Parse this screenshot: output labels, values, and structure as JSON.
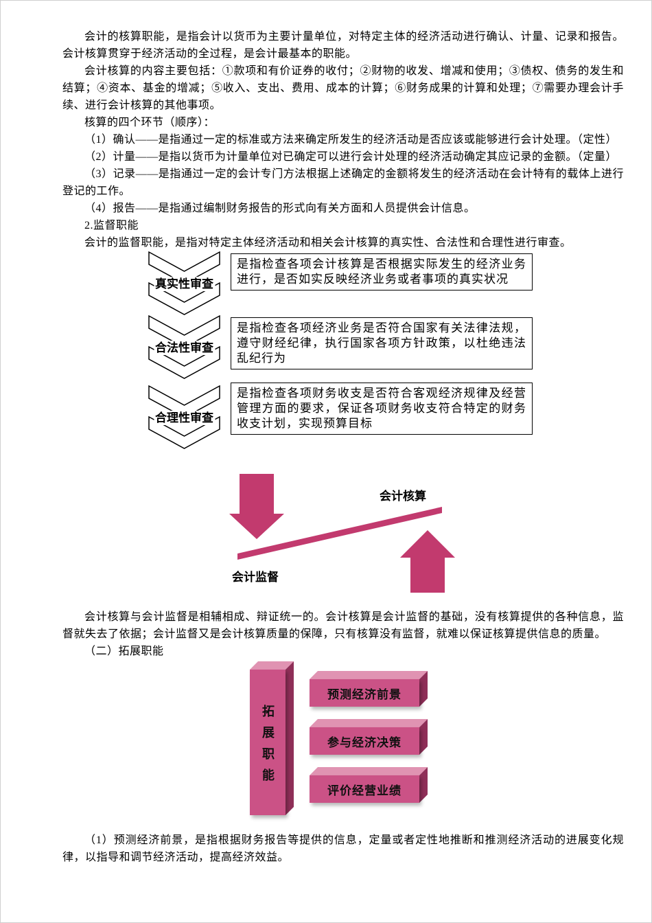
{
  "doc": {
    "p1": "会计的核算职能，是指会计以货币为主要计量单位，对特定主体的经济活动进行确认、计量、记录和报告。会计核算贯穿于经济活动的全过程，是会计最基本的职能。",
    "p2": "会计核算的内容主要包括：①款项和有价证券的收付；②财物的收发、增减和使用；③债权、债务的发生和结算；④资本、基金的增减；⑤收入、支出、费用、成本的计算；⑥财务成果的计算和处理；⑦需要办理会计手续、进行会计核算的其他事项。",
    "p3": "核算的四个环节（顺序）：",
    "p4": "（1）确认——是指通过一定的标准或方法来确定所发生的经济活动是否应该或能够进行会计处理。（定性）",
    "p5": "（2）计量——是指以货币为计量单位对已确定可以进行会计处理的经济活动确定其应记录的金额。（定量）",
    "p6": "（3）记录——是指通过一定的会计专门方法根据上述确定的金额将发生的经济活动在会计特有的载体上进行登记的工作。",
    "p7": "（4）报告——是指通过编制财务报告的形式向有关方面和人员提供会计信息。",
    "p8": "2.监督职能",
    "p9": "会计的监督职能，是指对特定主体经济活动和相关会计核算的真实性、合法性和合理性进行审查。",
    "p10": "会计核算与会计监督是相辅相成、辩证统一的。会计核算是会计监督的基础，没有核算提供的各种信息，监督就失去了依据；会计监督又是会计核算质量的保障，只有核算没有监督，就难以保证核算提供信息的质量。",
    "p11": "（二）拓展职能",
    "p12": "（1）预测经济前景，是指根据财务报告等提供的信息，定量或者定性地推断和推测经济活动的进展变化规律，以指导和调节经济活动，提高经济效益。"
  },
  "review": {
    "items": [
      {
        "label": "真实性审查",
        "desc": "是指检查各项会计核算是否根据实际发生的经济业务进行，是否如实反映经济业务或者事项的真实状况"
      },
      {
        "label": "合法性审查",
        "desc": "是指检查各项经济业务是否符合国家有关法律法规，遵守财经纪律，执行国家各项方针政策，以杜绝违法乱纪行为"
      },
      {
        "label": "合理性审查",
        "desc": "是指检查各项财务收支是否符合客观经济规律及经营管理方面的要求，保证各项财务收支符合特定的财务收支计划，实现预算目标"
      }
    ]
  },
  "relation": {
    "top_label": "会计核算",
    "bottom_label": "会计监督",
    "arrow_color": "#c23a6e"
  },
  "expand": {
    "vertical_label": "拓展职能",
    "items": [
      "预测经济前景",
      "参与经济决策",
      "评价经营业绩"
    ],
    "front_color": "#cb5286",
    "top_color": "#e093b2",
    "side_color": "#8f2f58"
  }
}
